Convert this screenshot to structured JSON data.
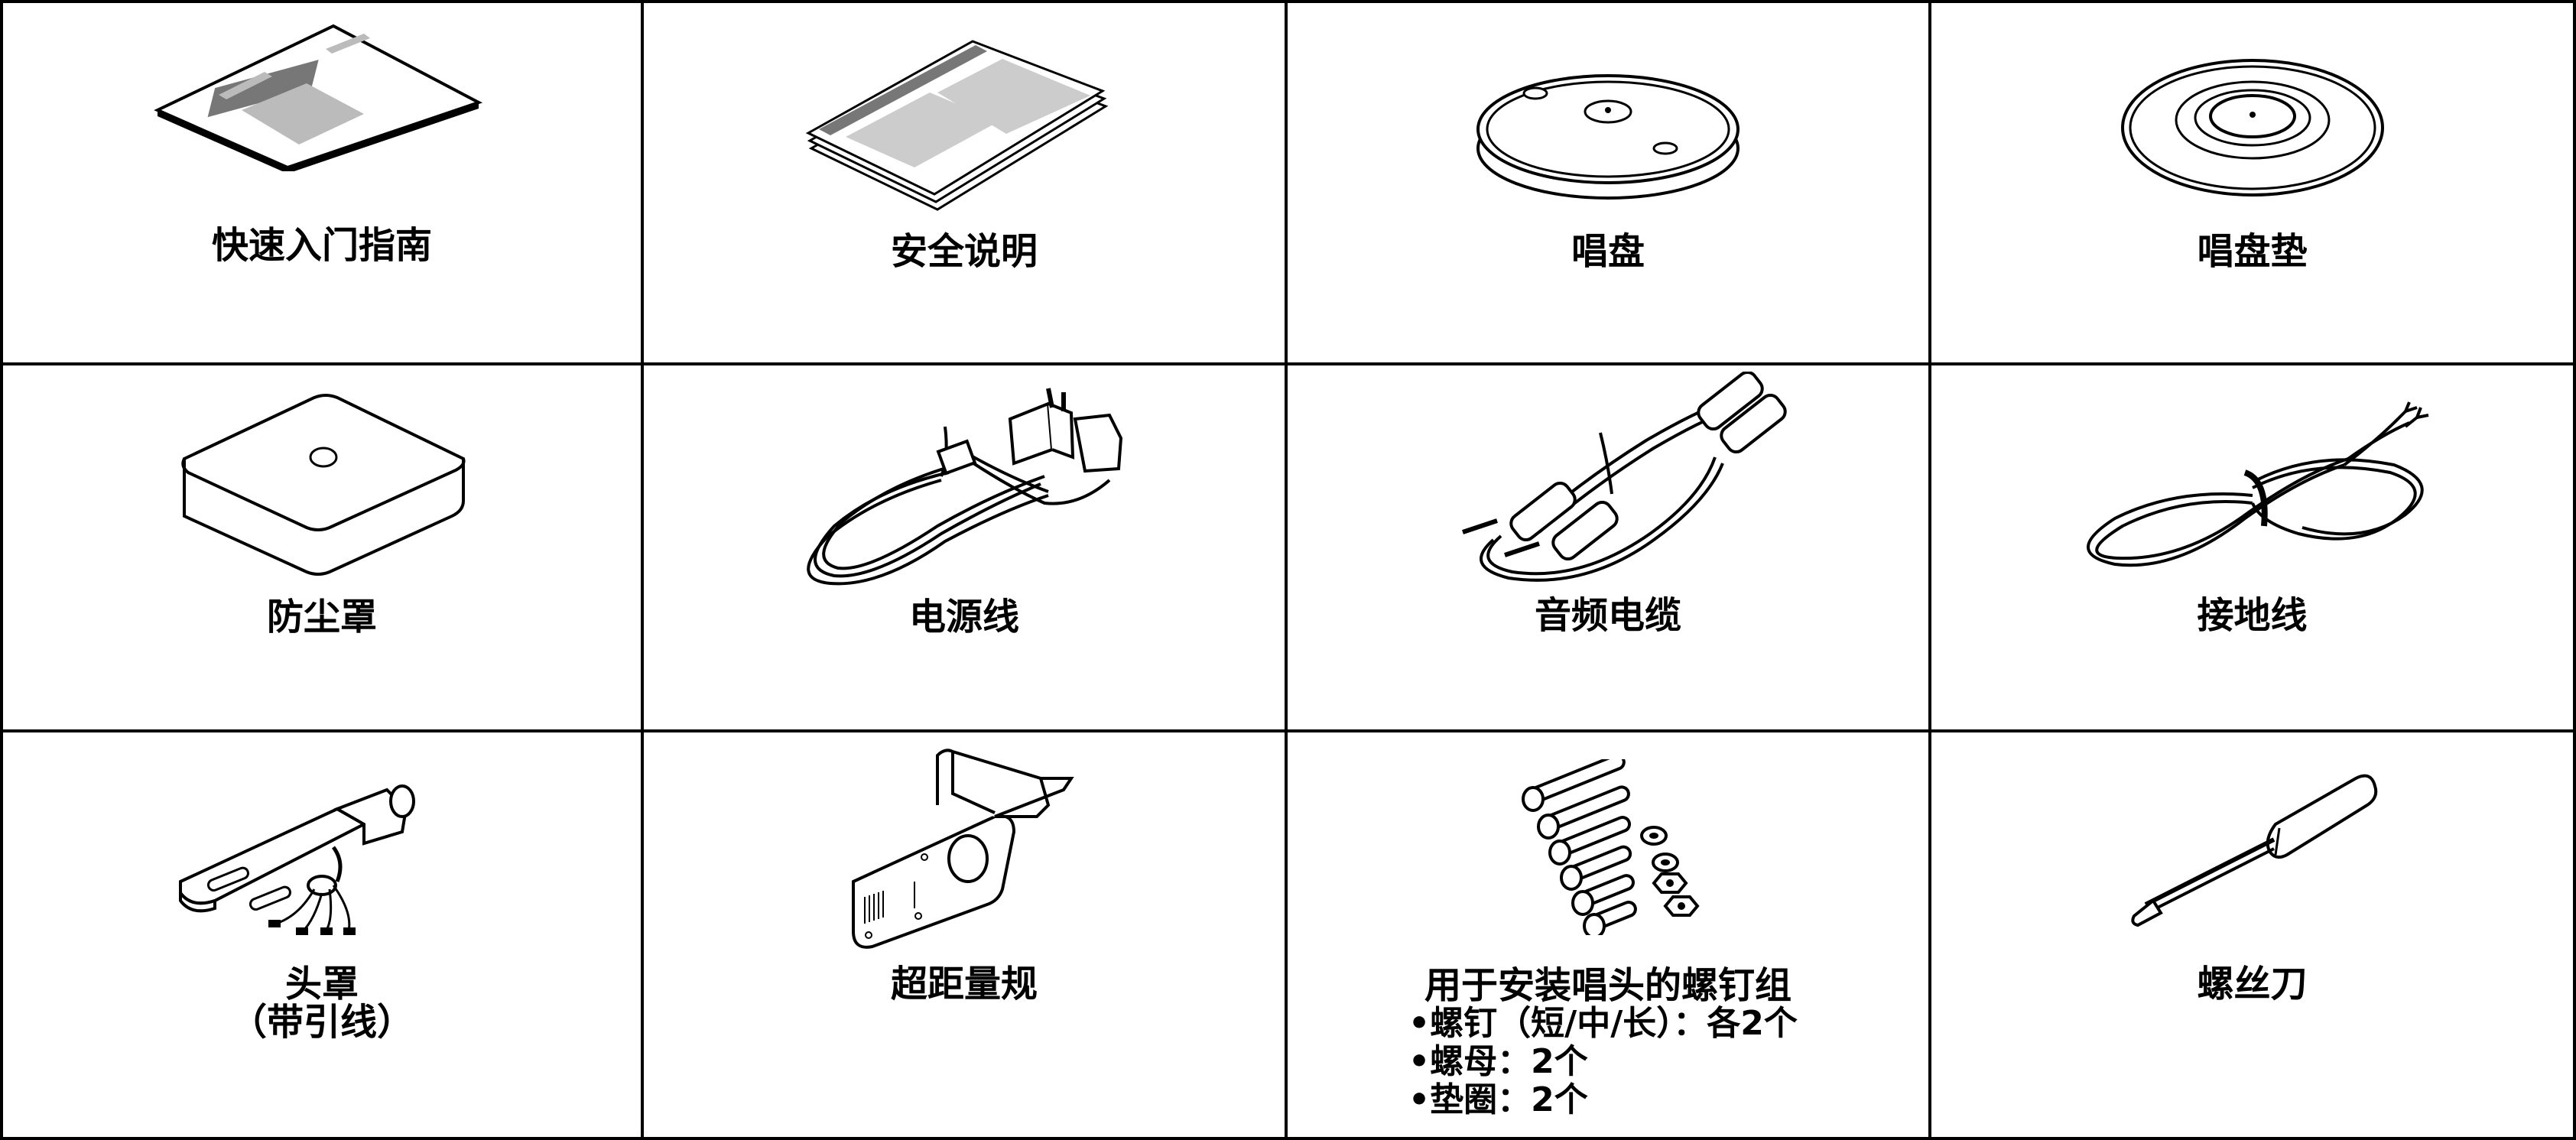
{
  "items": [
    {
      "label": "快速入门指南",
      "icon": "quick-start-guide-icon"
    },
    {
      "label": "安全说明",
      "icon": "safety-instructions-icon"
    },
    {
      "label": "唱盘",
      "icon": "platter-icon"
    },
    {
      "label": "唱盘垫",
      "icon": "platter-mat-icon"
    },
    {
      "label": "防尘罩",
      "icon": "dust-cover-icon"
    },
    {
      "label": "电源线",
      "icon": "power-cord-icon"
    },
    {
      "label": "音频电缆",
      "icon": "audio-cable-icon"
    },
    {
      "label": "接地线",
      "icon": "ground-wire-icon"
    },
    {
      "label": "头罩",
      "sublabel": "（带引线）",
      "icon": "headshell-icon"
    },
    {
      "label": "超距量规",
      "icon": "overhang-gauge-icon"
    },
    {
      "label": "用于安装唱头的螺钉组",
      "icon": "screw-set-icon",
      "details": [
        "•螺钉（短/中/长）：各2个",
        "•螺母：2个",
        "•垫圈：2个"
      ]
    },
    {
      "label": "螺丝刀",
      "icon": "screwdriver-icon"
    }
  ]
}
